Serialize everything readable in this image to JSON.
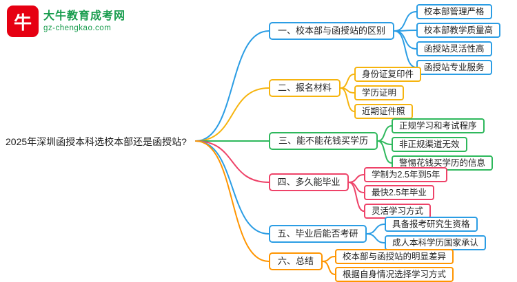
{
  "logo": {
    "icon_glyph": "牛",
    "brand": "大牛教育成考网",
    "domain": "gz-chengkao.com"
  },
  "root": {
    "title": "2025年深圳函授本科选校本部还是函授站?"
  },
  "palette": {
    "blue": "#2b9de4",
    "yellow": "#f6b40e",
    "green": "#2eb85c",
    "pink": "#ee4268",
    "orange": "#ff9500",
    "brand_green": "#189c4d",
    "brand_red": "#e60012"
  },
  "branches": [
    {
      "label": "一、校本部与函授站的区别",
      "color": "blue",
      "children": [
        "校本部管理严格",
        "校本部教学质量高",
        "函授站灵活性高",
        "函授站专业服务"
      ]
    },
    {
      "label": "二、报名材料",
      "color": "yellow",
      "children": [
        "身份证复印件",
        "学历证明",
        "近期证件照"
      ]
    },
    {
      "label": "三、能不能花钱买学历",
      "color": "green",
      "children": [
        "正规学习和考试程序",
        "非正规渠道无效",
        "警惕花钱买学历的信息"
      ]
    },
    {
      "label": "四、多久能毕业",
      "color": "pink",
      "children": [
        "学制为2.5年到5年",
        "最快2.5年毕业",
        "灵活学习方式"
      ]
    },
    {
      "label": "五、毕业后能否考研",
      "color": "blue",
      "children": [
        "具备报考研究生资格",
        "成人本科学历国家承认"
      ]
    },
    {
      "label": "六、总结",
      "color": "orange",
      "children": [
        "校本部与函授站的明显差异",
        "根据自身情况选择学习方式"
      ]
    }
  ]
}
